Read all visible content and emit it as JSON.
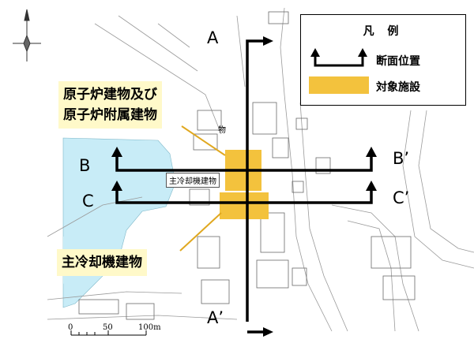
{
  "sections": {
    "a": "A",
    "a_prime": "A’",
    "b": "B",
    "b_prime": "B’",
    "c": "C",
    "c_prime": "C’"
  },
  "callouts": {
    "reactor_line1": "原子炉建物及び",
    "reactor_line2": "原子炉附属建物",
    "cooling": "主冷却機建物"
  },
  "legend": {
    "title": "凡 例",
    "section_label": "断面位置",
    "facility_label": "対象施設"
  },
  "map_labels": {
    "building_tag": "主冷却機建物",
    "partial_label": "物"
  },
  "scale": {
    "zero": "0",
    "mid": "50",
    "max": "100m"
  },
  "colors": {
    "facility": "#f3c23d",
    "callout_bg": "#fff9c9",
    "water": "#c8ecf7",
    "line": "#000000"
  }
}
